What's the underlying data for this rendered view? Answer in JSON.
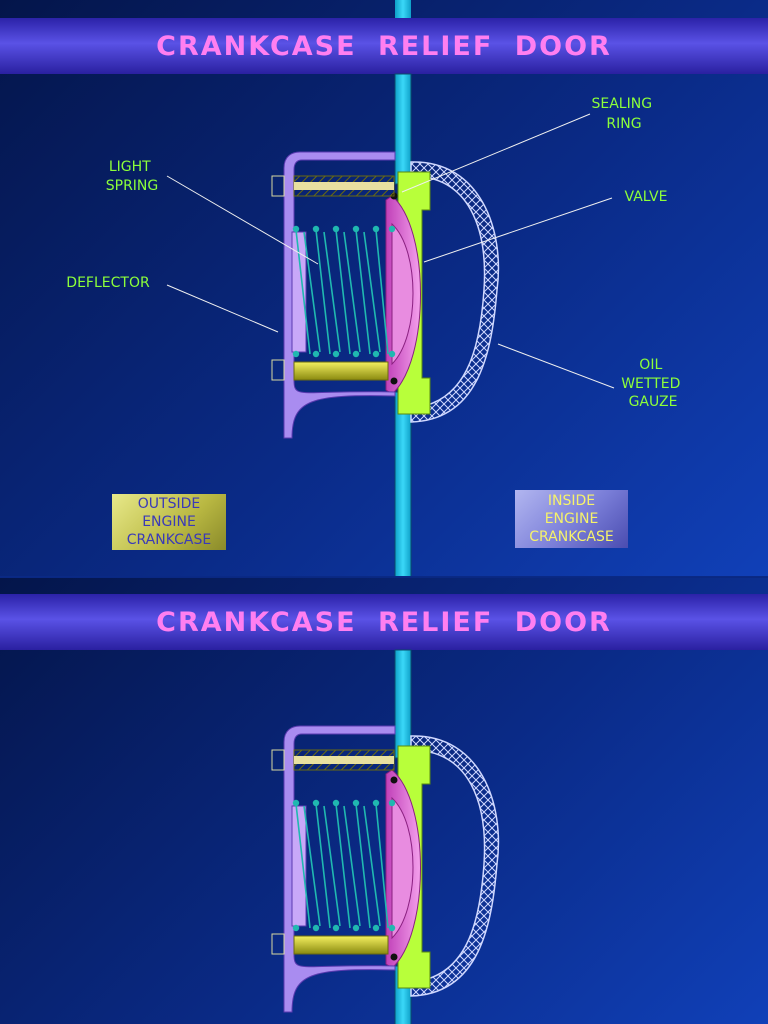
{
  "slide1": {
    "title": "CRANKCASE  RELIEF  DOOR",
    "labels": {
      "light_spring": [
        "LIGHT",
        "SPRING"
      ],
      "deflector": [
        "DEFLECTOR"
      ],
      "sealing_ring": [
        "SEALING",
        "RING"
      ],
      "valve": [
        "VALVE"
      ],
      "oil_wetted_gauze": [
        "OIL",
        "WETTED",
        "GAUZE"
      ]
    },
    "outside_box": [
      "OUTSIDE",
      "ENGINE",
      "CRANKCASE"
    ],
    "inside_box": [
      "INSIDE",
      "ENGINE",
      "CRANKCASE"
    ]
  },
  "slide2": {
    "title": "CRANKCASE  RELIEF  DOOR"
  },
  "colors": {
    "title_text": "#ff7ff0",
    "label_text": "#8cff3a",
    "wall": "#19c4e8",
    "housing": "#b8ff3a",
    "valve": "#e070d8",
    "cover": "#a98cf0",
    "spring": "#20b8b0",
    "bolt": "#c8c820",
    "gauze": "#d0d8ff"
  }
}
